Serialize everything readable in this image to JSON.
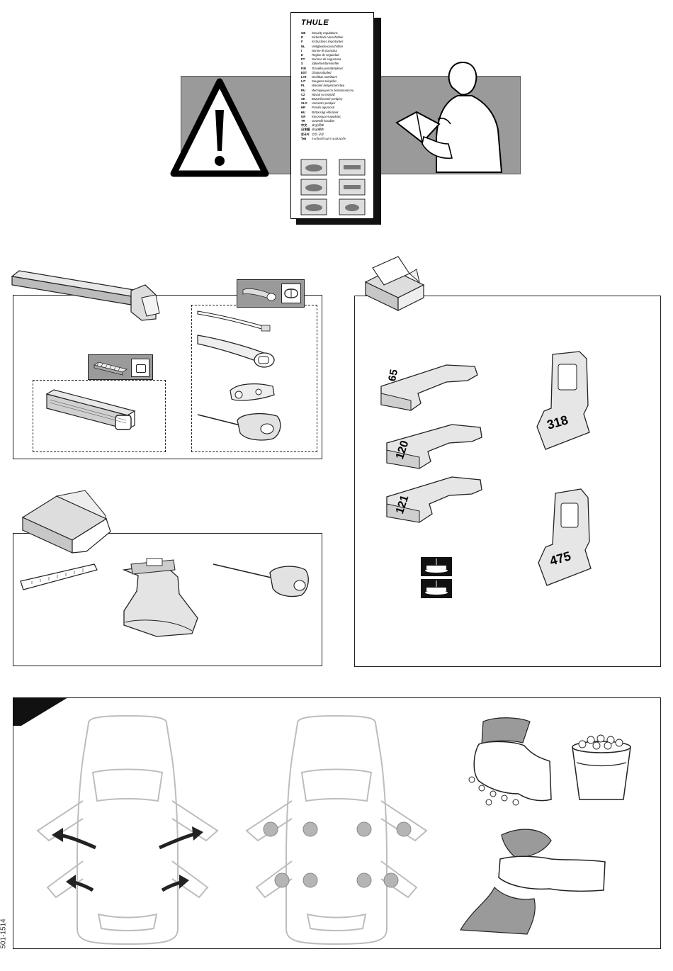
{
  "header": {
    "brand": "THULE",
    "languages": [
      {
        "code": "GB",
        "text": "Security regulations"
      },
      {
        "code": "D",
        "text": "Sicherheits-Vorschriften"
      },
      {
        "code": "F",
        "text": "Instructions importantes"
      },
      {
        "code": "NL",
        "text": "Veiligheidsvoorschriften"
      },
      {
        "code": "I",
        "text": "Norme di sicurezza"
      },
      {
        "code": "E",
        "text": "Reglas de seguridad"
      },
      {
        "code": "PT",
        "text": "Normas de seguranca"
      },
      {
        "code": "S",
        "text": "Säkerhetsföreskrifter"
      },
      {
        "code": "FIN",
        "text": "Turvallisuusmääräykset"
      },
      {
        "code": "EST",
        "text": "Ohutusnõuded"
      },
      {
        "code": "LAT",
        "text": "Drošības noteikumi"
      },
      {
        "code": "LIT",
        "text": "Saugumo taisyklės"
      },
      {
        "code": "PL",
        "text": "Warunki bezpieczeństwa"
      },
      {
        "code": "RU",
        "text": "Инструкция по безопасности"
      },
      {
        "code": "CZ",
        "text": "Návod na montáž"
      },
      {
        "code": "SK",
        "text": "Bezpečnostné predpisy"
      },
      {
        "code": "SLO",
        "text": "Varnostni predpisi"
      },
      {
        "code": "HR",
        "text": "Pravila sigurnosti"
      },
      {
        "code": "HU",
        "text": "Biztonsági előírások"
      },
      {
        "code": "GR",
        "text": "Κανονισμοί Ασφαλείας"
      },
      {
        "code": "TR",
        "text": "Güvenlik kuralları"
      },
      {
        "code": "中文",
        "text": "安全须知"
      },
      {
        "code": "日本語",
        "text": "安全規則"
      },
      {
        "code": "한국어",
        "text": "안전 규정"
      },
      {
        "code": "ไทย",
        "text": "ระเบียบด้านความปลอดภัย"
      }
    ]
  },
  "parts": {
    "adapter_numbers": [
      "65",
      "120",
      "121"
    ],
    "clip_numbers": [
      "318",
      "475"
    ]
  },
  "footer": {
    "doc_number": "501-1514"
  },
  "colors": {
    "gray_band": "#9a9a9a",
    "outline": "#222222",
    "light_gray": "#c9c9c9",
    "vehicle_outline": "#bdbdbd",
    "marker": "#b5b5b5"
  }
}
